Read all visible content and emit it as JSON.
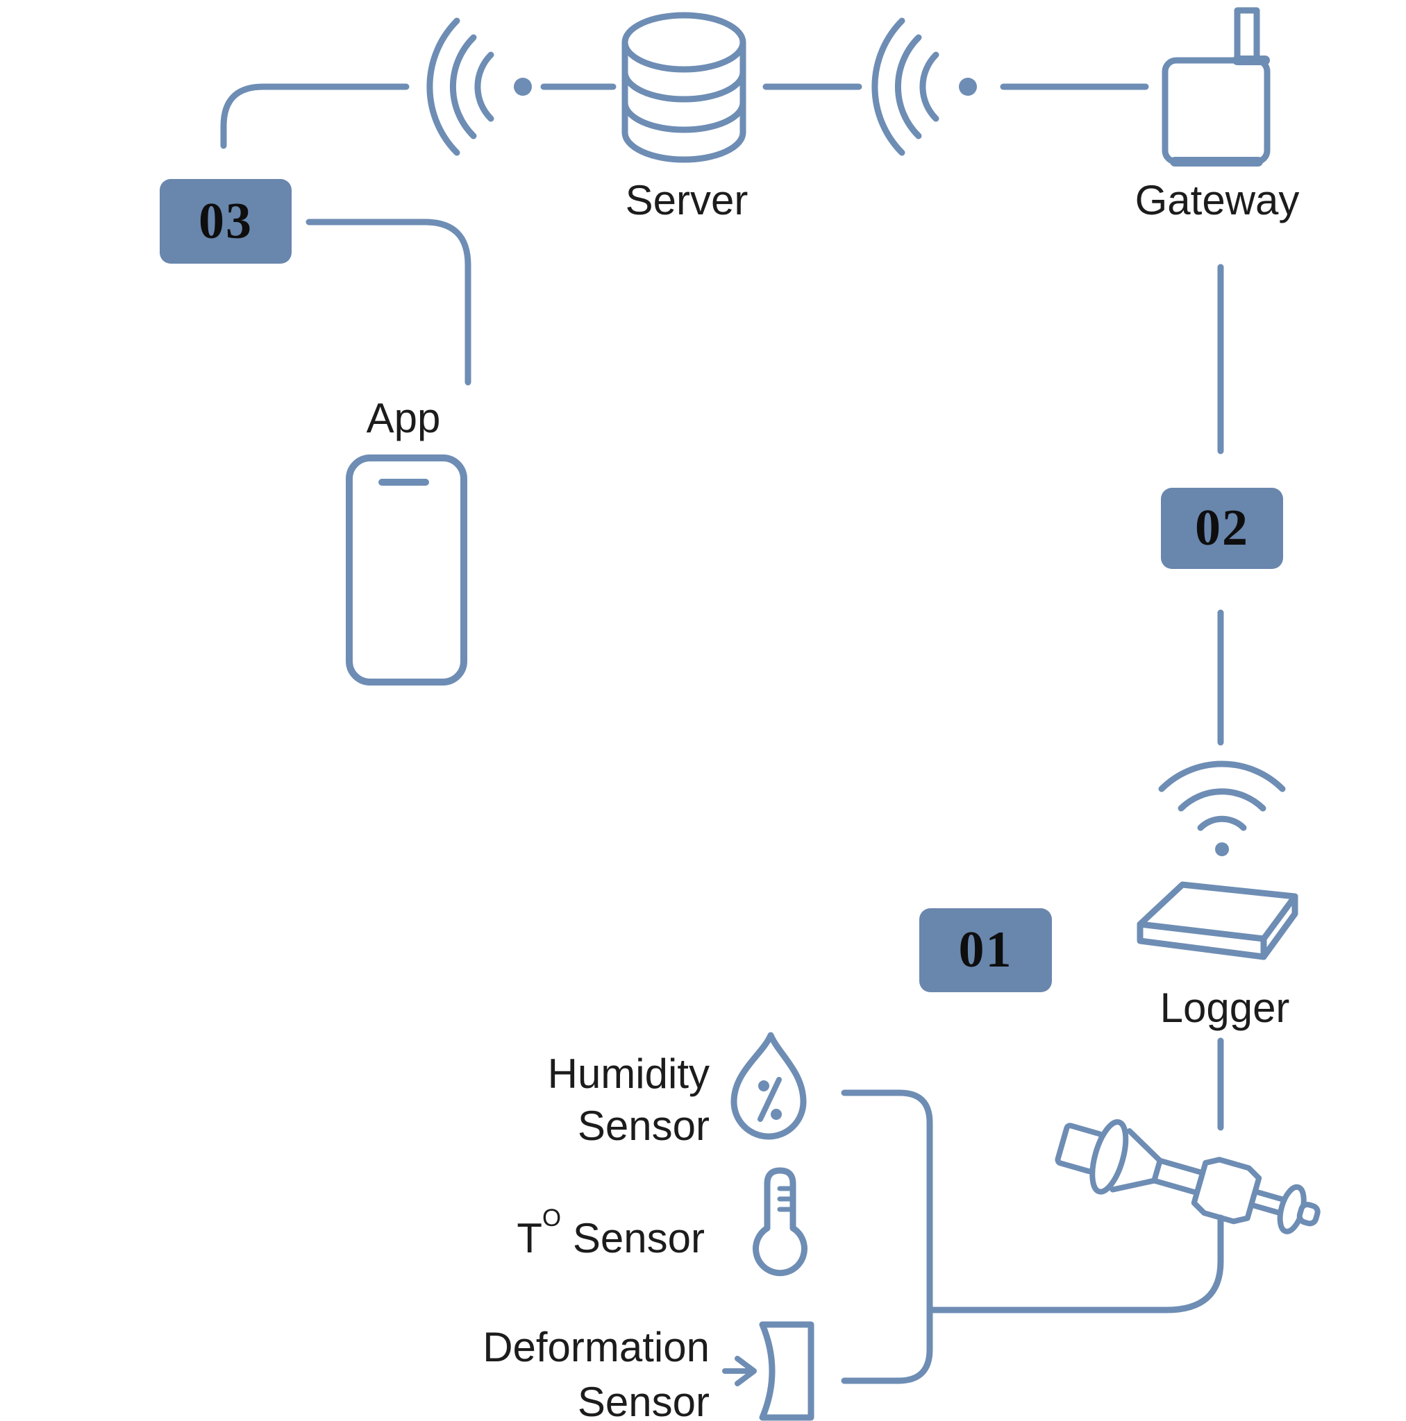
{
  "diagram": {
    "type": "iot-sensor-monitoring-architecture",
    "colors": {
      "line": "#6e8db4",
      "badge_fill": "#6986ad",
      "badge_text": "#0e0e0e",
      "label_text": "#1c1c1c",
      "background": "#ffffff"
    },
    "badges": {
      "step_01": "01",
      "step_02": "02",
      "step_03": "03"
    },
    "nodes": {
      "server": {
        "label": "Server",
        "icon": "database-cylinder-icon"
      },
      "gateway": {
        "label": "Gateway",
        "icon": "antenna-box-icon"
      },
      "app": {
        "label": "App",
        "icon": "smartphone-icon"
      },
      "logger": {
        "label": "Logger",
        "icon": "flat-box-icon"
      },
      "probe": {
        "icon": "probe-device-icon"
      },
      "humidity_sensor": {
        "label_line1": "Humidity",
        "label_line2": "Sensor",
        "icon": "water-drop-percent-icon"
      },
      "temperature_sensor": {
        "label_base": "T",
        "label_superscript": "O",
        "label_suffix": "Sensor",
        "icon": "thermometer-icon"
      },
      "deformation_sensor": {
        "label_line1": "Deformation",
        "label_line2": "Sensor",
        "icon": "deformation-arrow-icon"
      }
    },
    "links": {
      "app_to_server": {
        "icon": "wireless-signal-icon"
      },
      "server_to_gateway": {
        "icon": "wireless-signal-icon"
      },
      "logger_uplink": {
        "icon": "wifi-signal-icon"
      }
    }
  }
}
